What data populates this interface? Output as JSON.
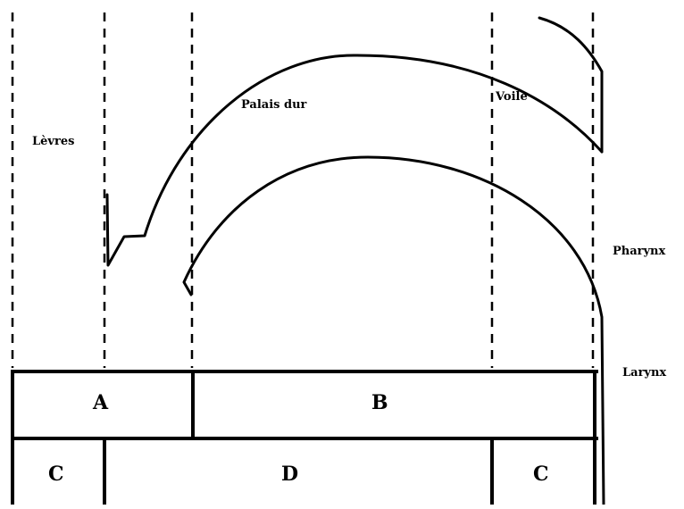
{
  "regions": {
    "levres": "Lèvres",
    "palais_dur": "Palais dur",
    "voile": "Voile",
    "pharynx": "Pharynx",
    "larynx": "Larynx"
  },
  "zones": {
    "a": "A",
    "b": "B",
    "c_left": "C",
    "d": "D",
    "c_right": "C"
  },
  "colors": {
    "ink": "#000000",
    "background": "#ffffff"
  }
}
